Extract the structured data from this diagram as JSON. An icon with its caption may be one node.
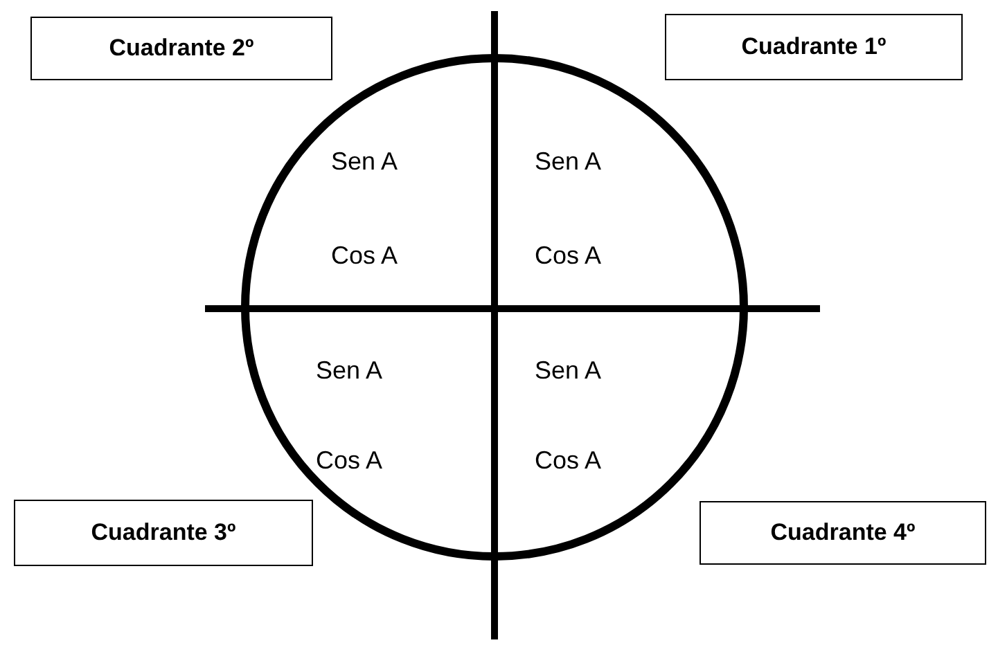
{
  "diagram": {
    "nodes": [
      {
        "text": [
          "Cuadrante 2º"
        ]
      },
      {
        "text": [
          "Cuadrante 1º"
        ]
      },
      {
        "text": [
          "Cuadrante 3º"
        ]
      },
      {
        "text": [
          "Cuadrante 4º"
        ]
      }
    ],
    "labels": [
      "Sen A",
      "Sen A",
      "Cos A",
      "Cos A",
      "Sen A",
      "Sen A",
      "Cos A",
      "Cos A"
    ]
  }
}
